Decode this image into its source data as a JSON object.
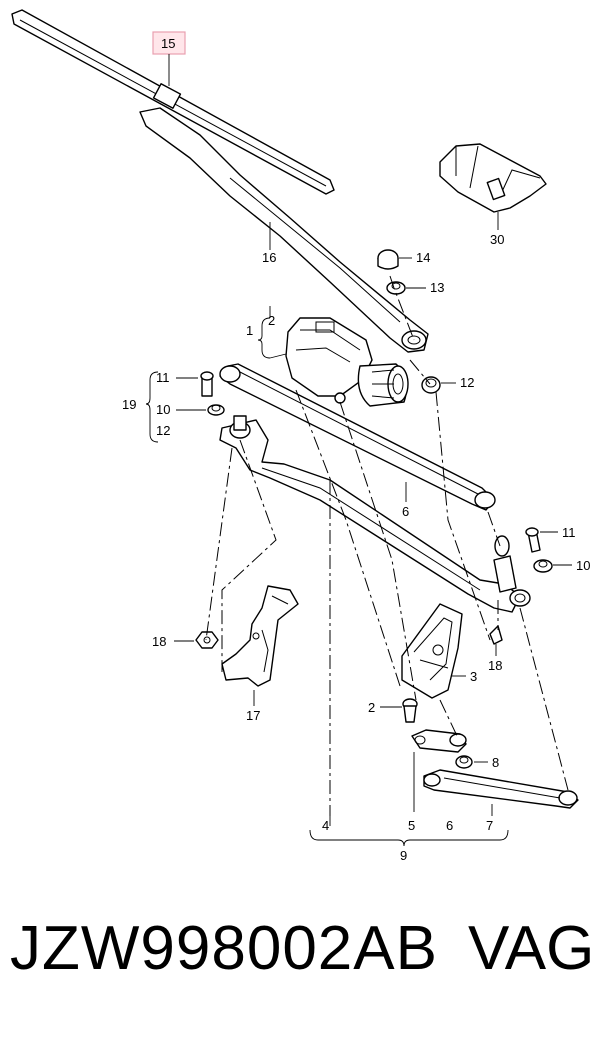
{
  "highlight_color": "#e8a0b0",
  "callouts": {
    "c15": "15",
    "c16": "16",
    "c14": "14",
    "c13": "13",
    "c12a": "12",
    "c1": "1",
    "c2a": "2",
    "c30": "30",
    "c19": "19",
    "c11a": "11",
    "c10a": "10",
    "c12b": "12",
    "c6a": "6",
    "c11b": "11",
    "c10b": "10",
    "c18a": "18",
    "c18b": "18",
    "c17": "17",
    "c3": "3",
    "c2b": "2",
    "c8": "8",
    "c4": "4",
    "c5": "5",
    "c6b": "6",
    "c7": "7",
    "c9": "9"
  },
  "footer": {
    "part_number": "JZW998002AB",
    "brand": "VAG"
  }
}
